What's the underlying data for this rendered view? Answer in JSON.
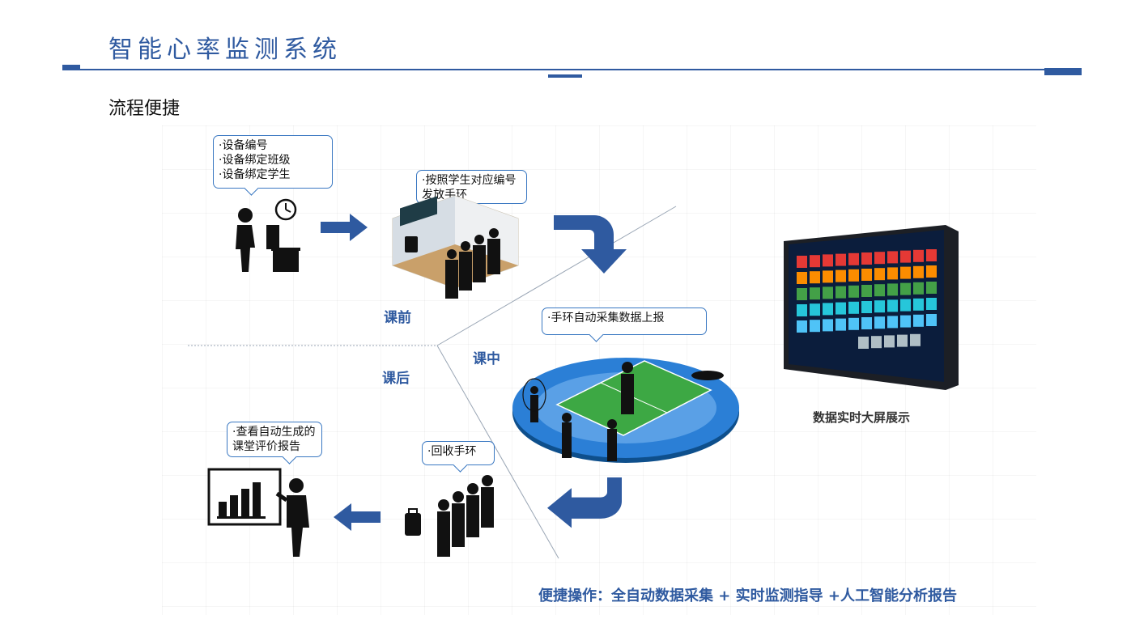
{
  "header": {
    "title": "智能心率监测系统",
    "subtitle": "流程便捷",
    "accent_color": "#2f5aa0"
  },
  "bubbles": {
    "setup": {
      "lines": [
        "·设备编号",
        "·设备绑定班级",
        "·设备绑定学生"
      ]
    },
    "distribute": {
      "lines": [
        "·按照学生对应编号",
        "发放手环"
      ]
    },
    "collect_data": {
      "lines": [
        "·手环自动采集数据上报"
      ]
    },
    "report": {
      "lines": [
        "·查看自动生成的",
        "课堂评价报告"
      ]
    },
    "recycle": {
      "lines": [
        "·回收手环"
      ]
    }
  },
  "phases": {
    "before": "课前",
    "during": "课中",
    "after": "课后"
  },
  "screen_caption": "数据实时大屏展示",
  "footer": "便捷操作：全自动数据采集 + 实时监测指导 +人工智能分析报告",
  "icons": [
    "clock-icon",
    "computer-user-icon",
    "classroom-icon",
    "track-field-icon",
    "large-screen-icon",
    "presentation-icon",
    "students-queue-icon",
    "luggage-icon"
  ],
  "colors": {
    "arrow": "#2f5aa0",
    "bubble_border": "#3a78c2",
    "track": "#2b7fd6",
    "field": "#3da844"
  }
}
